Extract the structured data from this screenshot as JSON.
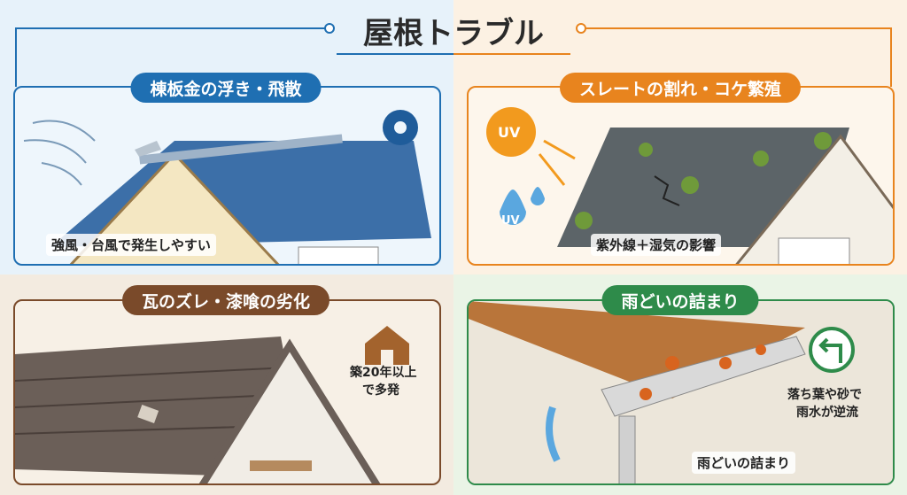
{
  "title": "屋根トラブル",
  "colors": {
    "blue": "#1f6fb2",
    "orange": "#e8841e",
    "brown": "#7a4a2a",
    "green": "#2e8b4a"
  },
  "panels": [
    {
      "title": "棟板金の浮き・飛散",
      "caption": "強風・台風で発生しやすい",
      "icons": [
        "wind-icon",
        "typhoon-icon"
      ]
    },
    {
      "title": "スレートの割れ・コケ繁殖",
      "caption": "紫外線＋湿気の影響",
      "uv_sun": "UV",
      "uv_drop": "UV"
    },
    {
      "title": "瓦のズレ・漆喰の劣化",
      "note_line1": "築20年以上",
      "note_line2": "で多発"
    },
    {
      "title": "雨どいの詰まり",
      "note_line1": "落ち葉や砂で",
      "note_line2": "雨水が逆流",
      "caption": "雨どいの詰まり"
    }
  ]
}
